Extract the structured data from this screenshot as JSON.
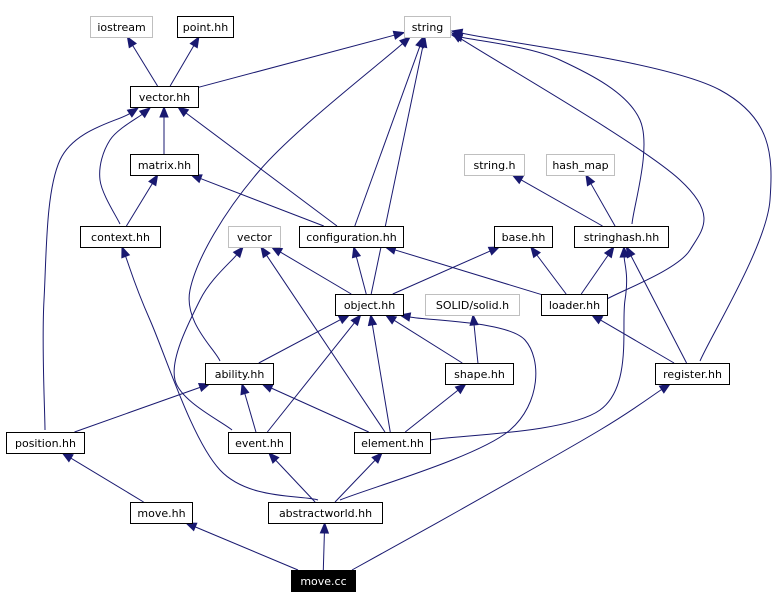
{
  "diagram": {
    "edge_color": "#191970",
    "external_border_color": "#bfbfbf",
    "root_fill": "#000000",
    "nodes": [
      {
        "id": "iostream",
        "label": "iostream",
        "external": true
      },
      {
        "id": "point_hh",
        "label": "point.hh"
      },
      {
        "id": "string",
        "label": "string",
        "external": true
      },
      {
        "id": "vector_hh",
        "label": "vector.hh"
      },
      {
        "id": "matrix_hh",
        "label": "matrix.hh"
      },
      {
        "id": "string_h",
        "label": "string.h",
        "external": true
      },
      {
        "id": "hash_map",
        "label": "hash_map",
        "external": true
      },
      {
        "id": "context_hh",
        "label": "context.hh"
      },
      {
        "id": "vector",
        "label": "vector",
        "external": true
      },
      {
        "id": "configuration_hh",
        "label": "configuration.hh"
      },
      {
        "id": "base_hh",
        "label": "base.hh"
      },
      {
        "id": "stringhash_hh",
        "label": "stringhash.hh"
      },
      {
        "id": "object_hh",
        "label": "object.hh"
      },
      {
        "id": "solid_h",
        "label": "SOLID/solid.h",
        "external": true
      },
      {
        "id": "loader_hh",
        "label": "loader.hh"
      },
      {
        "id": "ability_hh",
        "label": "ability.hh"
      },
      {
        "id": "shape_hh",
        "label": "shape.hh"
      },
      {
        "id": "register_hh",
        "label": "register.hh"
      },
      {
        "id": "position_hh",
        "label": "position.hh"
      },
      {
        "id": "event_hh",
        "label": "event.hh"
      },
      {
        "id": "element_hh",
        "label": "element.hh"
      },
      {
        "id": "move_hh",
        "label": "move.hh"
      },
      {
        "id": "abstractworld_hh",
        "label": "abstractworld.hh"
      },
      {
        "id": "move_cc",
        "label": "move.cc",
        "root": true
      }
    ],
    "edges": [
      {
        "from": "vector_hh",
        "to": "iostream"
      },
      {
        "from": "vector_hh",
        "to": "point_hh"
      },
      {
        "from": "vector_hh",
        "to": "string"
      },
      {
        "from": "matrix_hh",
        "to": "vector_hh"
      },
      {
        "from": "context_hh",
        "to": "vector_hh"
      },
      {
        "from": "context_hh",
        "to": "matrix_hh"
      },
      {
        "from": "position_hh",
        "to": "vector_hh"
      },
      {
        "from": "configuration_hh",
        "to": "vector_hh"
      },
      {
        "from": "configuration_hh",
        "to": "matrix_hh"
      },
      {
        "from": "configuration_hh",
        "to": "string"
      },
      {
        "from": "ability_hh",
        "to": "string"
      },
      {
        "from": "object_hh",
        "to": "string"
      },
      {
        "from": "stringhash_hh",
        "to": "string"
      },
      {
        "from": "stringhash_hh",
        "to": "string_h"
      },
      {
        "from": "stringhash_hh",
        "to": "hash_map"
      },
      {
        "from": "loader_hh",
        "to": "string"
      },
      {
        "from": "register_hh",
        "to": "string"
      },
      {
        "from": "object_hh",
        "to": "vector"
      },
      {
        "from": "object_hh",
        "to": "configuration_hh"
      },
      {
        "from": "object_hh",
        "to": "base_hh"
      },
      {
        "from": "loader_hh",
        "to": "configuration_hh"
      },
      {
        "from": "loader_hh",
        "to": "base_hh"
      },
      {
        "from": "loader_hh",
        "to": "stringhash_hh"
      },
      {
        "from": "register_hh",
        "to": "stringhash_hh"
      },
      {
        "from": "register_hh",
        "to": "loader_hh"
      },
      {
        "from": "shape_hh",
        "to": "solid_h"
      },
      {
        "from": "ability_hh",
        "to": "object_hh"
      },
      {
        "from": "shape_hh",
        "to": "object_hh"
      },
      {
        "from": "event_hh",
        "to": "object_hh"
      },
      {
        "from": "element_hh",
        "to": "object_hh"
      },
      {
        "from": "abstractworld_hh",
        "to": "object_hh"
      },
      {
        "from": "position_hh",
        "to": "ability_hh"
      },
      {
        "from": "event_hh",
        "to": "ability_hh"
      },
      {
        "from": "element_hh",
        "to": "ability_hh"
      },
      {
        "from": "event_hh",
        "to": "vector"
      },
      {
        "from": "element_hh",
        "to": "vector"
      },
      {
        "from": "element_hh",
        "to": "shape_hh"
      },
      {
        "from": "element_hh",
        "to": "stringhash_hh"
      },
      {
        "from": "move_hh",
        "to": "position_hh"
      },
      {
        "from": "abstractworld_hh",
        "to": "context_hh"
      },
      {
        "from": "abstractworld_hh",
        "to": "event_hh"
      },
      {
        "from": "abstractworld_hh",
        "to": "element_hh"
      },
      {
        "from": "move_cc",
        "to": "move_hh"
      },
      {
        "from": "move_cc",
        "to": "abstractworld_hh"
      },
      {
        "from": "move_cc",
        "to": "register_hh"
      }
    ]
  }
}
